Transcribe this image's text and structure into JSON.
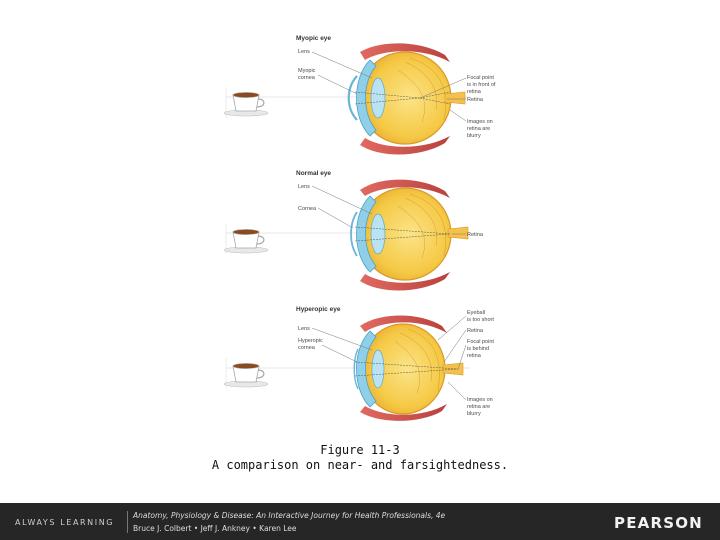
{
  "panels": [
    {
      "title": "Myopic eye",
      "left_labels": [
        "Lens",
        "Myopic",
        "cornea"
      ],
      "right_labels": [
        "Focal point",
        "is in front of",
        "retina",
        "Retina",
        "Images on",
        "retina are",
        "blurry"
      ]
    },
    {
      "title": "Normal eye",
      "left_labels": [
        "Lens",
        "Cornea"
      ],
      "right_labels": [
        "Retina"
      ]
    },
    {
      "title": "Hyperopic eye",
      "left_labels": [
        "Lens",
        "Hyperopic",
        "cornea"
      ],
      "right_labels": [
        "Eyeball",
        "is too short",
        "Retina",
        "Focal point",
        "is behind",
        "retina",
        "Images on",
        "retina are",
        "blurry"
      ]
    }
  ],
  "caption": {
    "figure": "Figure 11-3",
    "text": "A comparison on near- and farsightedness."
  },
  "footer": {
    "tagline": "ALWAYS LEARNING",
    "book": "Anatomy, Physiology & Disease: An Interactive Journey for Health Professionals, 4e",
    "authors": "Bruce J. Colbert • Jeff J. Ankney • Karen Lee",
    "brand": "PEARSON"
  },
  "colors": {
    "eye_body": "#f7d35a",
    "iris": "#7fc3de",
    "muscle": "#d4504c",
    "footer_bg": "#262626"
  },
  "icons": [
    "coffee-cup-icon",
    "eyeball-illustration"
  ]
}
